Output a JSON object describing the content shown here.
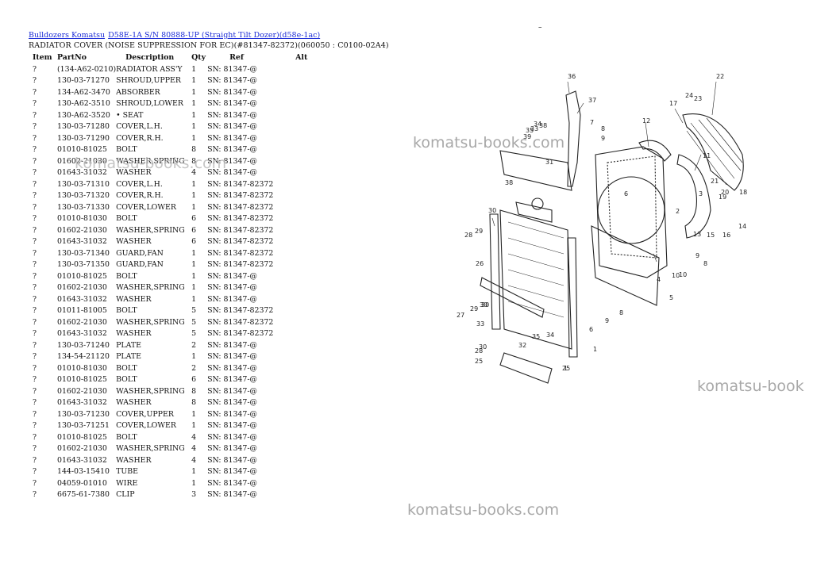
{
  "breadcrumb": {
    "brand": "Bulldozers Komatsu",
    "model": "D58E-1A S/N 80888-UP (Straight Tilt Dozer)(d58e-1ac)"
  },
  "subtitle": "RADIATOR COVER (NOISE SUPPRESSION FOR EC)(#81347-82372)(060050 : C0100-02A4)",
  "dash": "–",
  "table": {
    "headers": [
      "Item",
      "PartNo",
      "Description",
      "Qty",
      "Ref",
      "Alt"
    ],
    "rows": [
      [
        "?",
        "(134-A62-0210)",
        "RADIATOR ASS'Y",
        "1",
        "SN: 81347-@"
      ],
      [
        "?",
        "130-03-71270",
        "SHROUD,UPPER",
        "1",
        "SN: 81347-@"
      ],
      [
        "?",
        "134-A62-3470",
        "ABSORBER",
        "1",
        "SN: 81347-@"
      ],
      [
        "?",
        "130-A62-3510",
        "SHROUD,LOWER",
        "1",
        "SN: 81347-@"
      ],
      [
        "?",
        "130-A62-3520",
        "• SEAT",
        "1",
        "SN: 81347-@"
      ],
      [
        "?",
        "130-03-71280",
        "COVER,L.H.",
        "1",
        "SN: 81347-@"
      ],
      [
        "?",
        "130-03-71290",
        "COVER,R.H.",
        "1",
        "SN: 81347-@"
      ],
      [
        "?",
        "01010-81025",
        "BOLT",
        "8",
        "SN: 81347-@"
      ],
      [
        "?",
        "01602-21030",
        "WASHER,SPRING",
        "8",
        "SN: 81347-@"
      ],
      [
        "?",
        "01643-31032",
        "WASHER",
        "4",
        "SN: 81347-@"
      ],
      [
        "?",
        "130-03-71310",
        "COVER,L.H.",
        "1",
        "SN: 81347-82372"
      ],
      [
        "?",
        "130-03-71320",
        "COVER,R.H.",
        "1",
        "SN: 81347-82372"
      ],
      [
        "?",
        "130-03-71330",
        "COVER,LOWER",
        "1",
        "SN: 81347-82372"
      ],
      [
        "?",
        "01010-81030",
        "BOLT",
        "6",
        "SN: 81347-82372"
      ],
      [
        "?",
        "01602-21030",
        "WASHER,SPRING",
        "6",
        "SN: 81347-82372"
      ],
      [
        "?",
        "01643-31032",
        "WASHER",
        "6",
        "SN: 81347-82372"
      ],
      [
        "?",
        "130-03-71340",
        "GUARD,FAN",
        "1",
        "SN: 81347-82372"
      ],
      [
        "?",
        "130-03-71350",
        "GUARD,FAN",
        "1",
        "SN: 81347-82372"
      ],
      [
        "?",
        "01010-81025",
        "BOLT",
        "1",
        "SN: 81347-@"
      ],
      [
        "?",
        "01602-21030",
        "WASHER,SPRING",
        "1",
        "SN: 81347-@"
      ],
      [
        "?",
        "01643-31032",
        "WASHER",
        "1",
        "SN: 81347-@"
      ],
      [
        "?",
        "01011-81005",
        "BOLT",
        "5",
        "SN: 81347-82372"
      ],
      [
        "?",
        "01602-21030",
        "WASHER,SPRING",
        "5",
        "SN: 81347-82372"
      ],
      [
        "?",
        "01643-31032",
        "WASHER",
        "5",
        "SN: 81347-82372"
      ],
      [
        "?",
        "130-03-71240",
        "PLATE",
        "2",
        "SN: 81347-@"
      ],
      [
        "?",
        "134-54-21120",
        "PLATE",
        "1",
        "SN: 81347-@"
      ],
      [
        "?",
        "01010-81030",
        "BOLT",
        "2",
        "SN: 81347-@"
      ],
      [
        "?",
        "01010-81025",
        "BOLT",
        "6",
        "SN: 81347-@"
      ],
      [
        "?",
        "01602-21030",
        "WASHER,SPRING",
        "8",
        "SN: 81347-@"
      ],
      [
        "?",
        "01643-31032",
        "WASHER",
        "8",
        "SN: 81347-@"
      ],
      [
        "?",
        "130-03-71230",
        "COVER,UPPER",
        "1",
        "SN: 81347-@"
      ],
      [
        "?",
        "130-03-71251",
        "COVER,LOWER",
        "1",
        "SN: 81347-@"
      ],
      [
        "?",
        "01010-81025",
        "BOLT",
        "4",
        "SN: 81347-@"
      ],
      [
        "?",
        "01602-21030",
        "WASHER,SPRING",
        "4",
        "SN: 81347-@"
      ],
      [
        "?",
        "01643-31032",
        "WASHER",
        "4",
        "SN: 81347-@"
      ],
      [
        "?",
        "144-03-15410",
        "TUBE",
        "1",
        "SN: 81347-@"
      ],
      [
        "?",
        "04059-01010",
        "WIRE",
        "1",
        "SN: 81347-@"
      ],
      [
        "?",
        "6675-61-7380",
        "CLIP",
        "3",
        "SN: 81347-@"
      ]
    ]
  },
  "watermark": "komatsu-books.com",
  "watermark_cut": "komatsu-book",
  "diagram_labels": [
    "36",
    "22",
    "37",
    "17",
    "24",
    "23",
    "34",
    "33",
    "38",
    "7",
    "8",
    "12",
    "9",
    "35",
    "39",
    "31",
    "38",
    "11",
    "21",
    "3",
    "19",
    "20",
    "18",
    "2",
    "1",
    "30",
    "25",
    "14",
    "28",
    "29",
    "13",
    "15",
    "16",
    "6",
    "10",
    "26",
    "9",
    "8",
    "4",
    "5",
    "10",
    "29",
    "27",
    "30",
    "6",
    "30",
    "8",
    "9",
    "33",
    "34",
    "30",
    "35",
    "28",
    "32",
    "25",
    "1"
  ]
}
